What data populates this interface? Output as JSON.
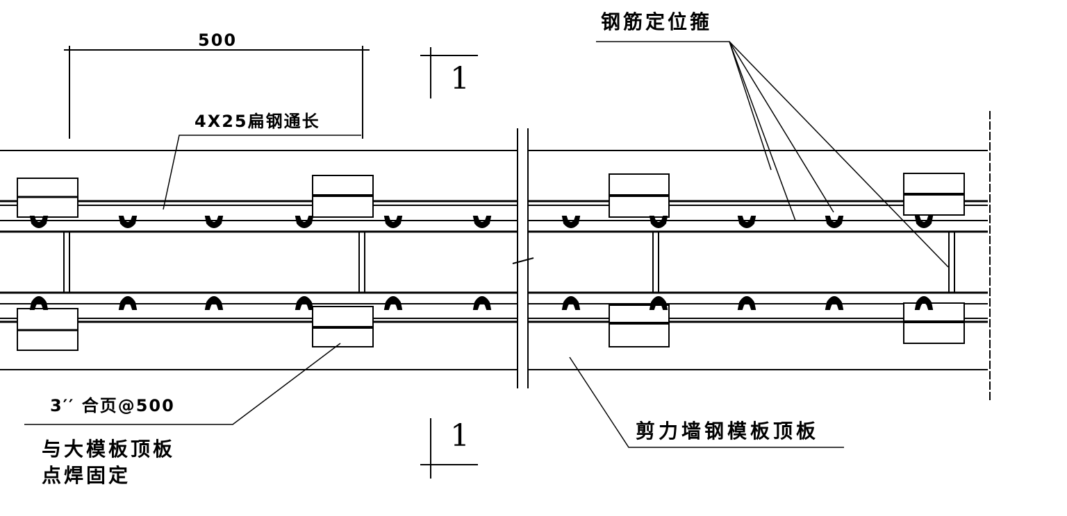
{
  "dimension": {
    "value": "500"
  },
  "section_marks": {
    "top": "1",
    "bottom": "1"
  },
  "labels": {
    "flat_steel": "4X25扁钢通长",
    "rebar_positioning_hoop": "钢筋定位箍",
    "hinge": "3′′ 合页@500",
    "weld_note_line1": "与大模板顶板",
    "weld_note_line2": "点焊固定",
    "shear_wall_top_plate": "剪力墙钢模板顶板"
  },
  "colors": {
    "line": "#000000",
    "background": "#ffffff"
  }
}
